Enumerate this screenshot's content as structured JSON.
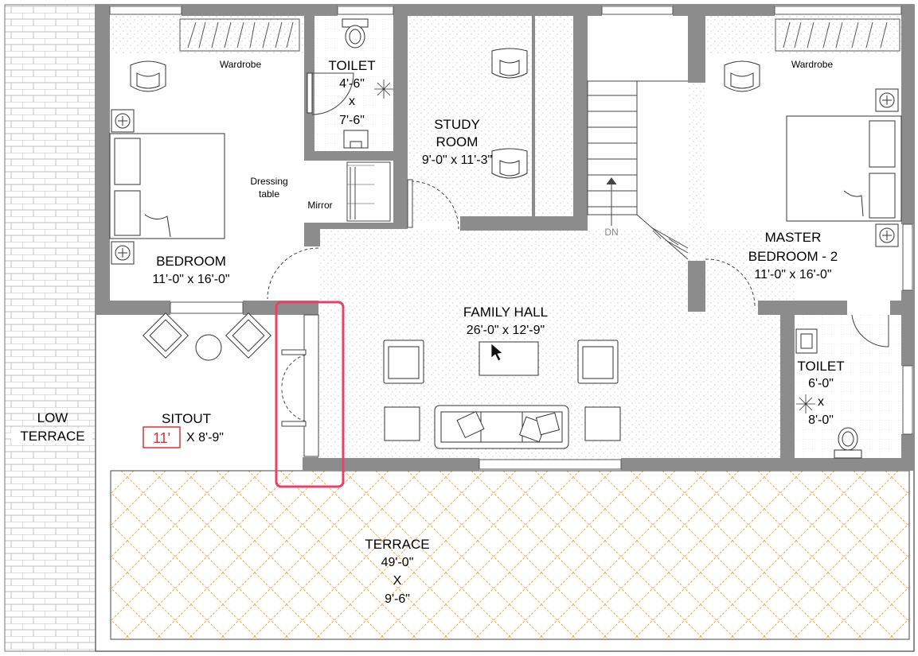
{
  "rooms": {
    "bedroom": {
      "name": "BEDROOM",
      "size": "11'-0\" x 16'-0\""
    },
    "wardrobe_left": "Wardrobe",
    "toilet_1": {
      "name": "TOILET",
      "dim_a": "4'-6\"",
      "x": "x",
      "dim_b": "7'-6\""
    },
    "study": {
      "name_1": "STUDY",
      "name_2": "ROOM",
      "size": "9'-0\" x 11'-3\""
    },
    "dressing": {
      "line_1": "Dressing",
      "line_2": "table"
    },
    "mirror": "Mirror",
    "stair_dn": "DN",
    "wardrobe_right": "Wardrobe",
    "master": {
      "name_1": "MASTER",
      "name_2": "BEDROOM - 2",
      "size": "11'-0\" x 16'-0\""
    },
    "family_hall": {
      "name": "FAMILY HALL",
      "size": "26'-0\" x 12'-9\""
    },
    "toilet_2": {
      "name": "TOILET",
      "dim_a": "6'-0\"",
      "x": "x",
      "dim_b": "8'-0\""
    },
    "sitout": {
      "name": "SITOUT",
      "highlight": "11'",
      "rest": "X 8'-9\""
    },
    "low_terrace": {
      "line_1": "LOW",
      "line_2": "TERRACE"
    },
    "terrace": {
      "name": "TERRACE",
      "dim_a": "49'-0\"",
      "x": "X",
      "dim_b": "9'-6\""
    }
  },
  "colors": {
    "wall": "#8c8c8c",
    "terrace_hatch": "#e8b24a",
    "highlight_box": "#e8406a",
    "dim_box": "#e0303a"
  }
}
